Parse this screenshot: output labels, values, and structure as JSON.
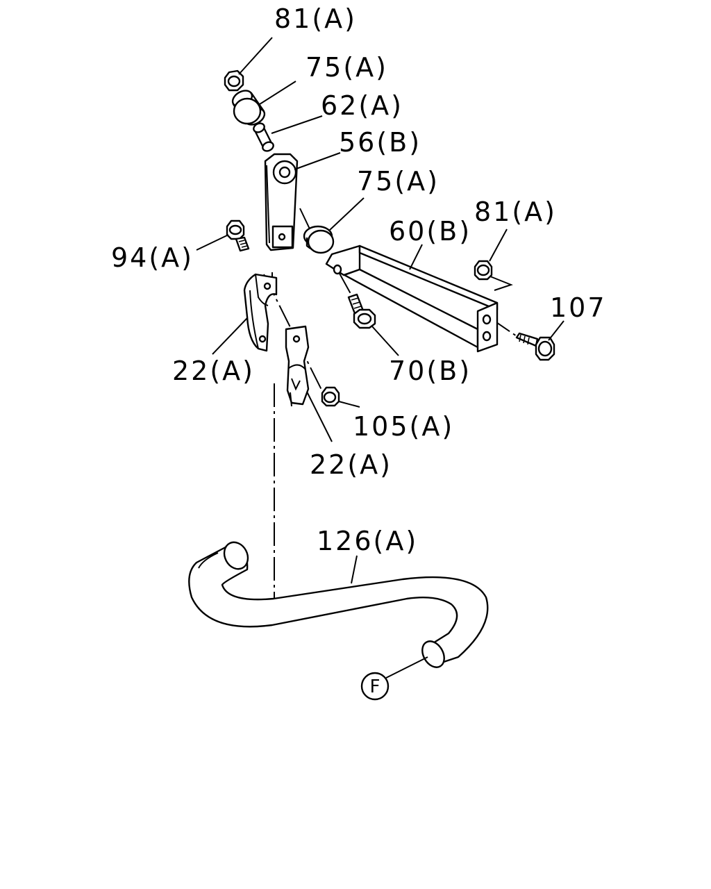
{
  "labels": {
    "p81a_top": "81(A)",
    "p75a_top": "75(A)",
    "p62a": "62(A)",
    "p56b": "56(B)",
    "p75a_mid": "75(A)",
    "p81a_right": "81(A)",
    "p60b": "60(B)",
    "p94a": "94(A)",
    "p107": "107",
    "p22a_left": "22(A)",
    "p70b": "70(B)",
    "p105a": "105(A)",
    "p22a_low": "22(A)",
    "p126a": "126(A)",
    "ref_f": "F"
  }
}
